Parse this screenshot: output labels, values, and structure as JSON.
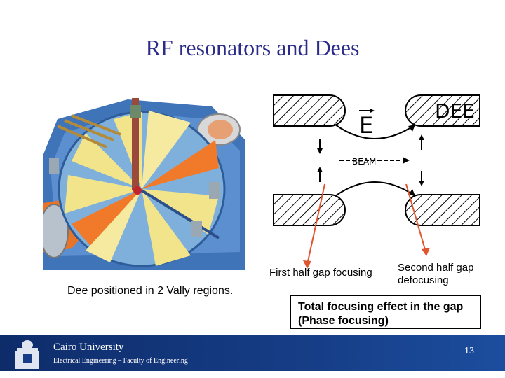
{
  "slide": {
    "title": "RF resonators and Dees",
    "dee_caption": "Dee positioned in 2 Vally regions.",
    "first_half_label": "First half gap focusing",
    "second_half_label": "Second half gap defocusing",
    "focusing_box_text": "Total focusing effect in the gap (Phase focusing)"
  },
  "diagram": {
    "dee_label": "DEE",
    "field_label": "E",
    "beam_label": "BEAM"
  },
  "footer": {
    "university": "Cairo University",
    "department": "Electrical Engineering – Faculty of Engineering",
    "page_number": "13"
  },
  "colors": {
    "title": "#2b2b8a",
    "footer_bg": "#163d86",
    "arrow_red": "#e0542e",
    "dee_yellow": "#f2e48a",
    "dee_orange": "#f07a2a",
    "valley_blue": "#6aa9e0"
  }
}
